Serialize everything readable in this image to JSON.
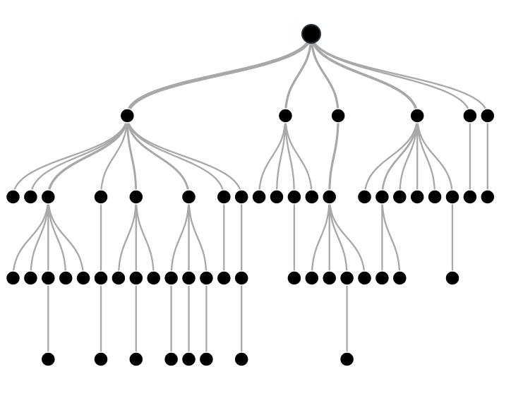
{
  "diagram": {
    "type": "tree",
    "colors": {
      "node_fill": "#000000",
      "root_stroke": "#233038",
      "link_stroke": "#a8a8a8",
      "background": "#ffffff"
    },
    "tree": {
      "id": "root",
      "children": [
        {
          "id": "a",
          "children": [
            {
              "id": "a1",
              "children": []
            },
            {
              "id": "a2",
              "children": []
            },
            {
              "id": "a3",
              "children": [
                {
                  "id": "a3-1",
                  "children": []
                },
                {
                  "id": "a3-2",
                  "children": []
                },
                {
                  "id": "a3-3",
                  "children": [
                    {
                      "id": "a3-3-1",
                      "children": []
                    }
                  ]
                },
                {
                  "id": "a3-4",
                  "children": []
                },
                {
                  "id": "a3-5",
                  "children": []
                }
              ]
            },
            {
              "id": "a4",
              "children": [
                {
                  "id": "a4-1",
                  "children": [
                    {
                      "id": "a4-1-1",
                      "children": []
                    }
                  ]
                }
              ]
            },
            {
              "id": "a5",
              "children": [
                {
                  "id": "a5-1",
                  "children": []
                },
                {
                  "id": "a5-2",
                  "children": [
                    {
                      "id": "a5-2-1",
                      "children": []
                    }
                  ]
                },
                {
                  "id": "a5-3",
                  "children": []
                }
              ]
            },
            {
              "id": "a6",
              "children": [
                {
                  "id": "a6-1",
                  "children": [
                    {
                      "id": "a6-1-1",
                      "children": []
                    }
                  ]
                },
                {
                  "id": "a6-2",
                  "children": [
                    {
                      "id": "a6-2-1",
                      "children": []
                    }
                  ]
                },
                {
                  "id": "a6-3",
                  "children": [
                    {
                      "id": "a6-3-1",
                      "children": []
                    }
                  ]
                }
              ]
            },
            {
              "id": "a7",
              "children": [
                {
                  "id": "a7-1",
                  "children": []
                }
              ]
            },
            {
              "id": "a8",
              "children": [
                {
                  "id": "a8-1",
                  "children": [
                    {
                      "id": "a8-1-1",
                      "children": []
                    }
                  ]
                }
              ]
            }
          ]
        },
        {
          "id": "b",
          "children": [
            {
              "id": "b1",
              "children": []
            },
            {
              "id": "b2",
              "children": []
            },
            {
              "id": "b3",
              "children": [
                {
                  "id": "b3-1",
                  "children": []
                }
              ]
            },
            {
              "id": "b4",
              "children": []
            }
          ]
        },
        {
          "id": "c",
          "children": [
            {
              "id": "c1",
              "children": [
                {
                  "id": "c1-1",
                  "children": []
                },
                {
                  "id": "c1-2",
                  "children": []
                },
                {
                  "id": "c1-3",
                  "children": [
                    {
                      "id": "c1-3-1",
                      "children": []
                    }
                  ]
                },
                {
                  "id": "c1-4",
                  "children": []
                }
              ]
            }
          ]
        },
        {
          "id": "d",
          "children": [
            {
              "id": "d1",
              "children": []
            },
            {
              "id": "d2",
              "children": [
                {
                  "id": "d2-1",
                  "children": []
                },
                {
                  "id": "d2-2",
                  "children": []
                }
              ]
            },
            {
              "id": "d3",
              "children": []
            },
            {
              "id": "d4",
              "children": []
            },
            {
              "id": "d5",
              "children": []
            },
            {
              "id": "d6",
              "children": [
                {
                  "id": "d6-1",
                  "children": []
                }
              ]
            }
          ]
        },
        {
          "id": "e",
          "children": [
            {
              "id": "e1",
              "children": []
            }
          ]
        },
        {
          "id": "f",
          "children": [
            {
              "id": "f1",
              "children": []
            }
          ]
        }
      ]
    }
  }
}
